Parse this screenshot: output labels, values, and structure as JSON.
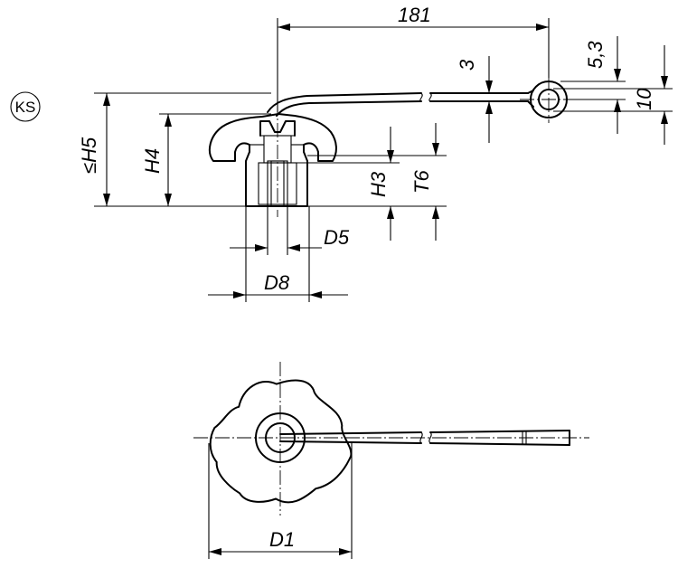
{
  "badge": {
    "text": "KS"
  },
  "dimensions": {
    "length": "181",
    "offset": "3",
    "eye_top": "5,3",
    "eye_dia": "10",
    "h5": "≤H5",
    "h4": "H4",
    "h3": "H3",
    "t6": "T6",
    "d5": "D5",
    "d8": "D8",
    "d1": "D1"
  }
}
